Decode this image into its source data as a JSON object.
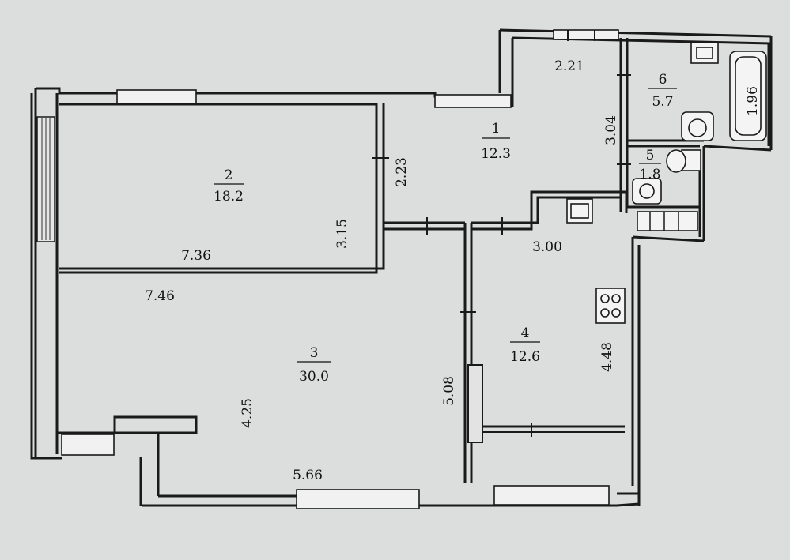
{
  "rooms": [
    {
      "number": "1",
      "area": "12.3"
    },
    {
      "number": "2",
      "area": "18.2"
    },
    {
      "number": "3",
      "area": "30.0"
    },
    {
      "number": "4",
      "area": "12.6"
    },
    {
      "number": "5",
      "area": "1.8"
    },
    {
      "number": "6",
      "area": "5.7"
    }
  ],
  "dimensions": [
    "2.21",
    "3.04",
    "2.23",
    "3.15",
    "7.36",
    "7.46",
    "3.00",
    "4.48",
    "5.08",
    "4.25",
    "5.66",
    "1.96"
  ]
}
